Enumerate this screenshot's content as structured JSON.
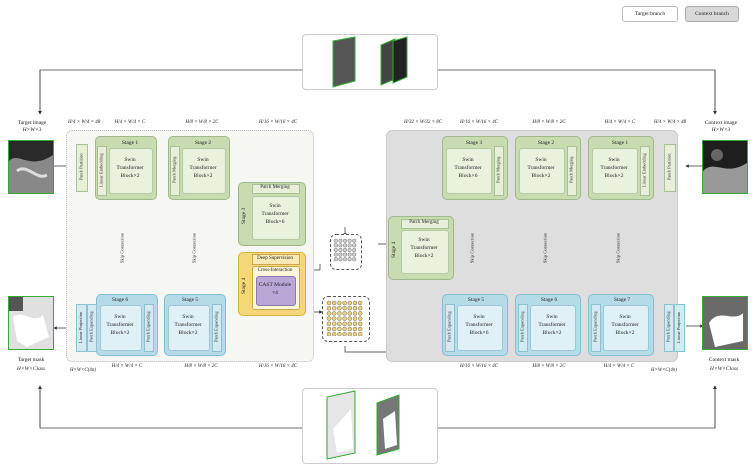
{
  "legend": {
    "target": "Target branch",
    "context": "Context branch"
  },
  "target": {
    "image_label": "Target image",
    "image_dim": "H×W×3",
    "mask_label": "Target mask",
    "mask_dim": "H×W×Class",
    "out_dim": "H×W×C(4n)",
    "dims_top": [
      "H/4 × W/4 × 48",
      "H/4 × W/4 × C",
      "H/8 × W/8 × 2C",
      "H/16 × W/16 × 4C"
    ],
    "dims_bottom": [
      "H/4 × W/4 × C",
      "H/8 × W/8 × 2C",
      "H/16 × W/16 × 4C"
    ]
  },
  "context": {
    "image_label": "Context image",
    "image_dim": "H×W×3",
    "mask_label": "Context mask",
    "mask_dim": "H×W×Class",
    "out_dim": "H×W×C(4n)",
    "dims_top": [
      "H/32 × W/32 × 8C",
      "H/16 × W/16 × 4C",
      "H/8 × W/8 × 2C",
      "H/4 × W/4 × C",
      "H/4 × W/4 × 48"
    ],
    "dims_bottom": [
      "H/16 × W/16 × 4C",
      "H/8 × W/8 × 2C",
      "H/4 × W/4 × C"
    ]
  },
  "labels": {
    "patch_partition": "Patch Partition",
    "linear_embedding": "Linear Embedding",
    "patch_merging": "Patch Merging",
    "patch_expanding": "Patch Expanding",
    "linear_projection": "Linear Projection",
    "skip_connection": "Skip Connection",
    "deep_supervision": "Deep Supervision",
    "cross_interaction": "Cross-Interaction",
    "cast_module": "CAST Module",
    "cast_times": "×4",
    "swin": "Swin",
    "transformer": "Transformer"
  },
  "left_stages": {
    "s1": {
      "title": "Stage 1",
      "block": "Block×2"
    },
    "s2": {
      "title": "Stage 2",
      "block": "Block×2"
    },
    "s3": {
      "title": "Stage 3",
      "block": "Block×6"
    },
    "s4": {
      "title": "Stage 4"
    },
    "s5": {
      "title": "Stage 5",
      "block": "Block×2"
    },
    "s6": {
      "title": "Stage 6",
      "block": "Block×2"
    }
  },
  "right_stages": {
    "s1": {
      "title": "Stage 1",
      "block": "Block×2"
    },
    "s2": {
      "title": "Stage 2",
      "block": "Block×2"
    },
    "s3": {
      "title": "Stage 3",
      "block": "Block×6"
    },
    "s4": {
      "title": "Stage 4",
      "block": "Block×2"
    },
    "s5": {
      "title": "Stage 5",
      "block": "Block×6"
    },
    "s6": {
      "title": "Stage 6",
      "block": "Block×2"
    },
    "s7": {
      "title": "Stage 7",
      "block": "Block×2"
    }
  },
  "colors": {
    "green": "#c9dcb1",
    "blue": "#b5dbe8",
    "yellow": "#f5d77a",
    "purple": "#b9a7d6"
  }
}
